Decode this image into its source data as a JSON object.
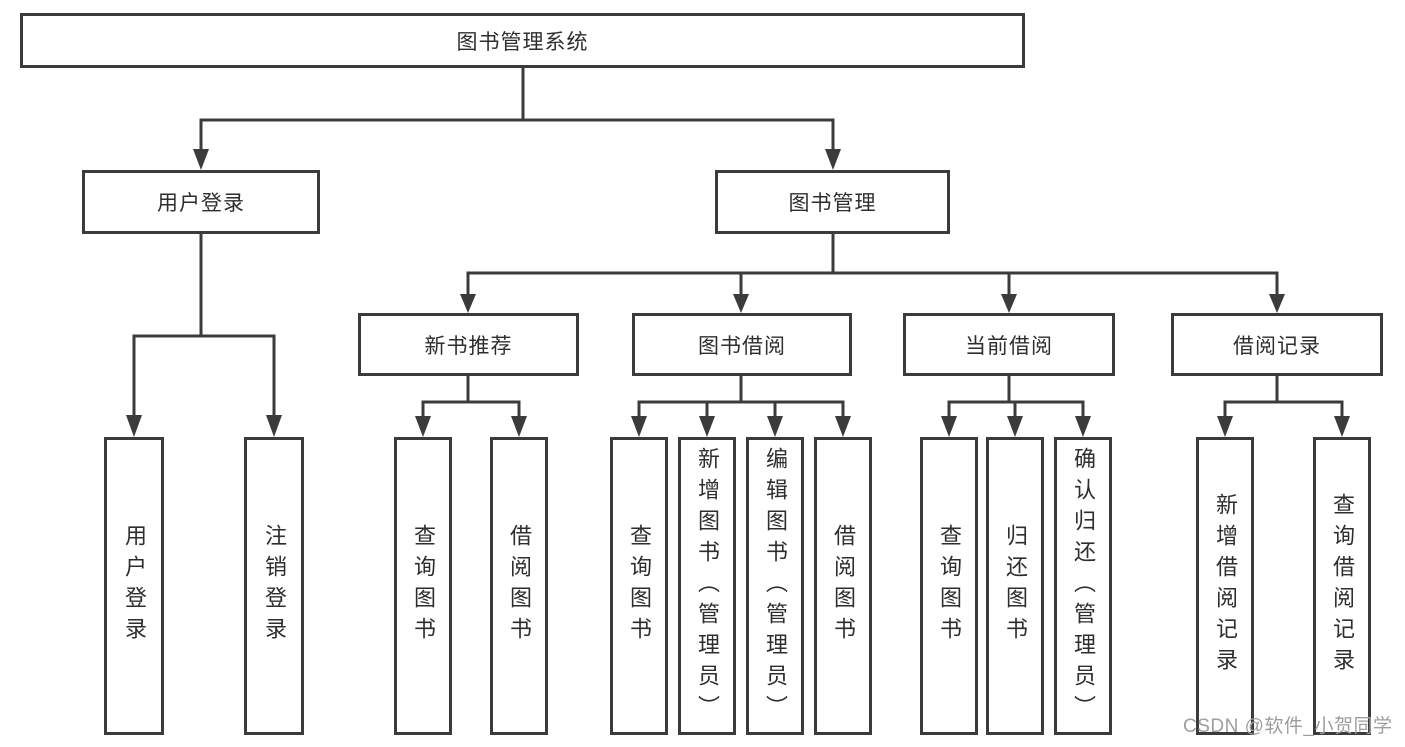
{
  "diagram_type": "hierarchy-tree",
  "tree": {
    "label": "图书管理系统",
    "children": [
      {
        "label": "用户登录",
        "children": [
          {
            "label": "用户登录"
          },
          {
            "label": "注销登录"
          }
        ]
      },
      {
        "label": "图书管理",
        "children": [
          {
            "label": "新书推荐",
            "children": [
              {
                "label": "查询图书"
              },
              {
                "label": "借阅图书"
              }
            ]
          },
          {
            "label": "图书借阅",
            "children": [
              {
                "label": "查询图书"
              },
              {
                "label": "新增图书（管理员）"
              },
              {
                "label": "编辑图书（管理员）"
              },
              {
                "label": "借阅图书"
              }
            ]
          },
          {
            "label": "当前借阅",
            "children": [
              {
                "label": "查询图书"
              },
              {
                "label": "归还图书"
              },
              {
                "label": "确认归还（管理员）"
              }
            ]
          },
          {
            "label": "借阅记录",
            "children": [
              {
                "label": "新增借阅记录"
              },
              {
                "label": "查询借阅记录"
              }
            ]
          }
        ]
      }
    ]
  },
  "watermark": {
    "text": "CSDN @软件_小贺同学"
  },
  "colors": {
    "line": "#3b3b3b",
    "box_border": "#3b3b3b",
    "text": "#2e2e2e",
    "watermark": "#9e9e9e",
    "background": "#ffffff"
  }
}
